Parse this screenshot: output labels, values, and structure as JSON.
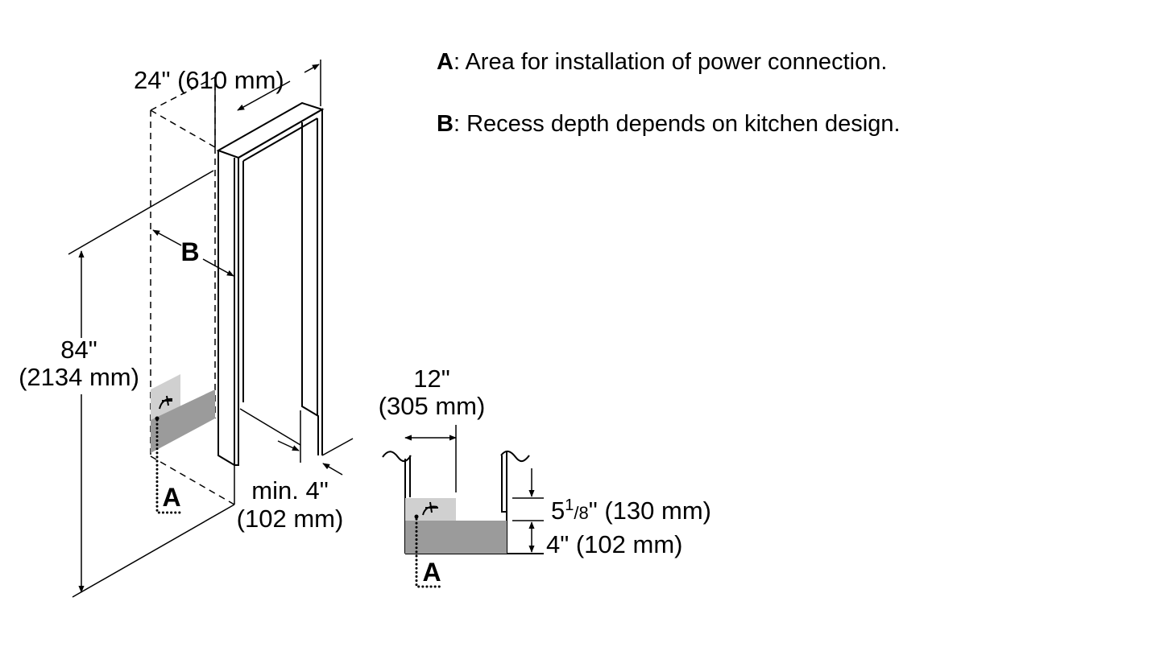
{
  "legend": {
    "a_key": "A",
    "a_text": ": Area for installation of power connection.",
    "b_key": "B",
    "b_text": ": Recess depth depends on kitchen design."
  },
  "dimensions": {
    "width": "24\" (610 mm)",
    "height_in": "84\"",
    "height_mm": "(2134 mm)",
    "min_in": "min. 4\"",
    "min_mm": "(102 mm)",
    "detail_width_in": "12\"",
    "detail_width_mm": "(305 mm)",
    "detail_upper_whole": "5",
    "detail_upper_num": "1",
    "detail_upper_den": "/8",
    "detail_upper_rest": "\" (130 mm)",
    "detail_lower": "4\" (102 mm)"
  },
  "labels": {
    "a": "A",
    "b": "B"
  },
  "colors": {
    "light_zone": "#d0d0d0",
    "dark_zone": "#9b9b9b"
  }
}
